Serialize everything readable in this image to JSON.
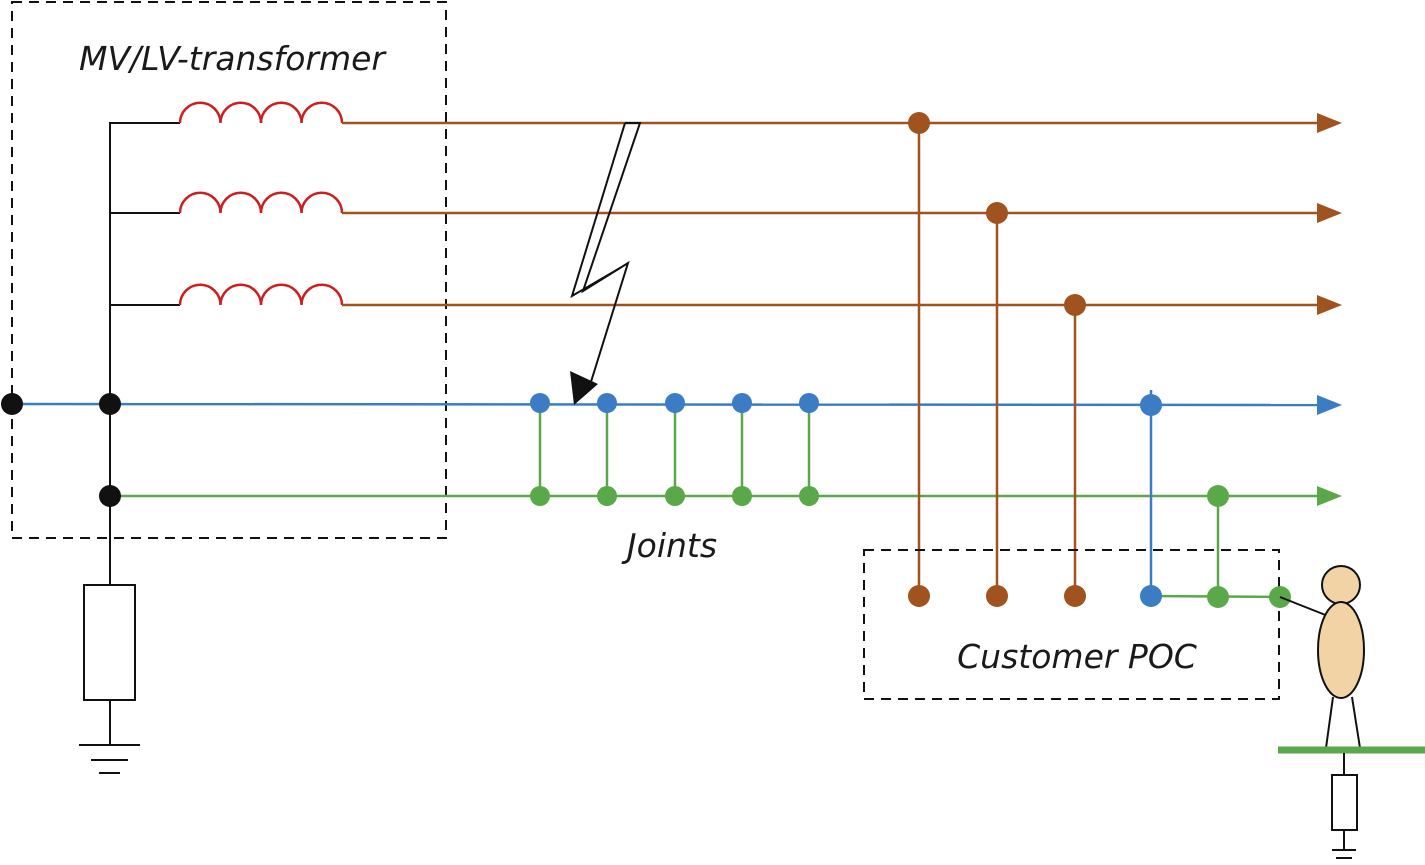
{
  "labels": {
    "transformer": "MV/LV-transformer",
    "joints": "Joints",
    "customer_poc": "Customer POC"
  },
  "colors": {
    "phase": "#a0531f",
    "coil": "#cc1f1f",
    "neutral": "#3b7cc4",
    "earth": "#5aa84a",
    "black": "#111111",
    "skin": "#f2d3a6",
    "ground_plate": "#5aa84a"
  },
  "icons": {
    "fault": "lightning-bolt-arrow-icon",
    "person": "person-figure-icon",
    "resistor": "resistor-icon",
    "ground": "ground-symbol-icon",
    "coil": "transformer-coil-icon"
  }
}
